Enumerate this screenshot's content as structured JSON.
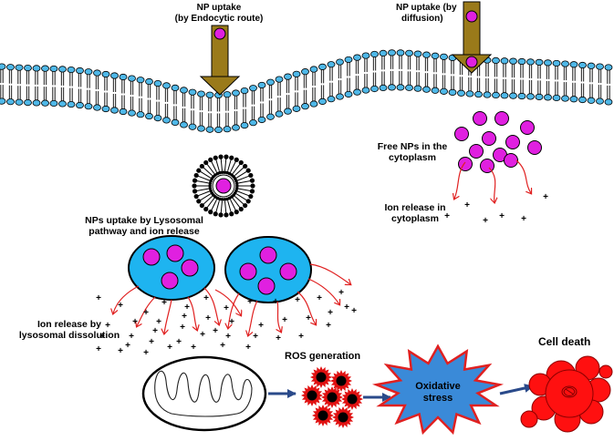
{
  "labels": {
    "endocytic": {
      "line1": "NP uptake",
      "line2": "(by Endocytic route)"
    },
    "diffusion": {
      "line1": "NP uptake (by",
      "line2": "diffusion)"
    },
    "free_nps": {
      "line1": "Free NPs in the",
      "line2": "cytoplasm"
    },
    "ion_cytoplasm": {
      "line1": "Ion release in",
      "line2": "cytoplasm"
    },
    "lysosomal_pathway": {
      "line1": "NPs uptake by Lysosomal",
      "line2": "pathway and ion release"
    },
    "ion_lysosomal": {
      "line1": "Ion release by",
      "line2": "lysosomal dissolution"
    },
    "ros": "ROS generation",
    "oxidative": {
      "line1": "Oxidative",
      "line2": "stress"
    },
    "cell_death": "Cell death"
  },
  "colors": {
    "nanoparticle": "#e020e0",
    "membrane_head": "#4fb8e8",
    "uptake_arrow": "#9a7a1a",
    "lysosome": "#1eb4f0",
    "ion_arrow": "#e02020",
    "flow_arrow": "#2a4a8a",
    "ros_particle": "#e01010",
    "oxidative_star": "#3a8ad8",
    "dead_cell": "#ff1010"
  },
  "ion_symbol": "+"
}
